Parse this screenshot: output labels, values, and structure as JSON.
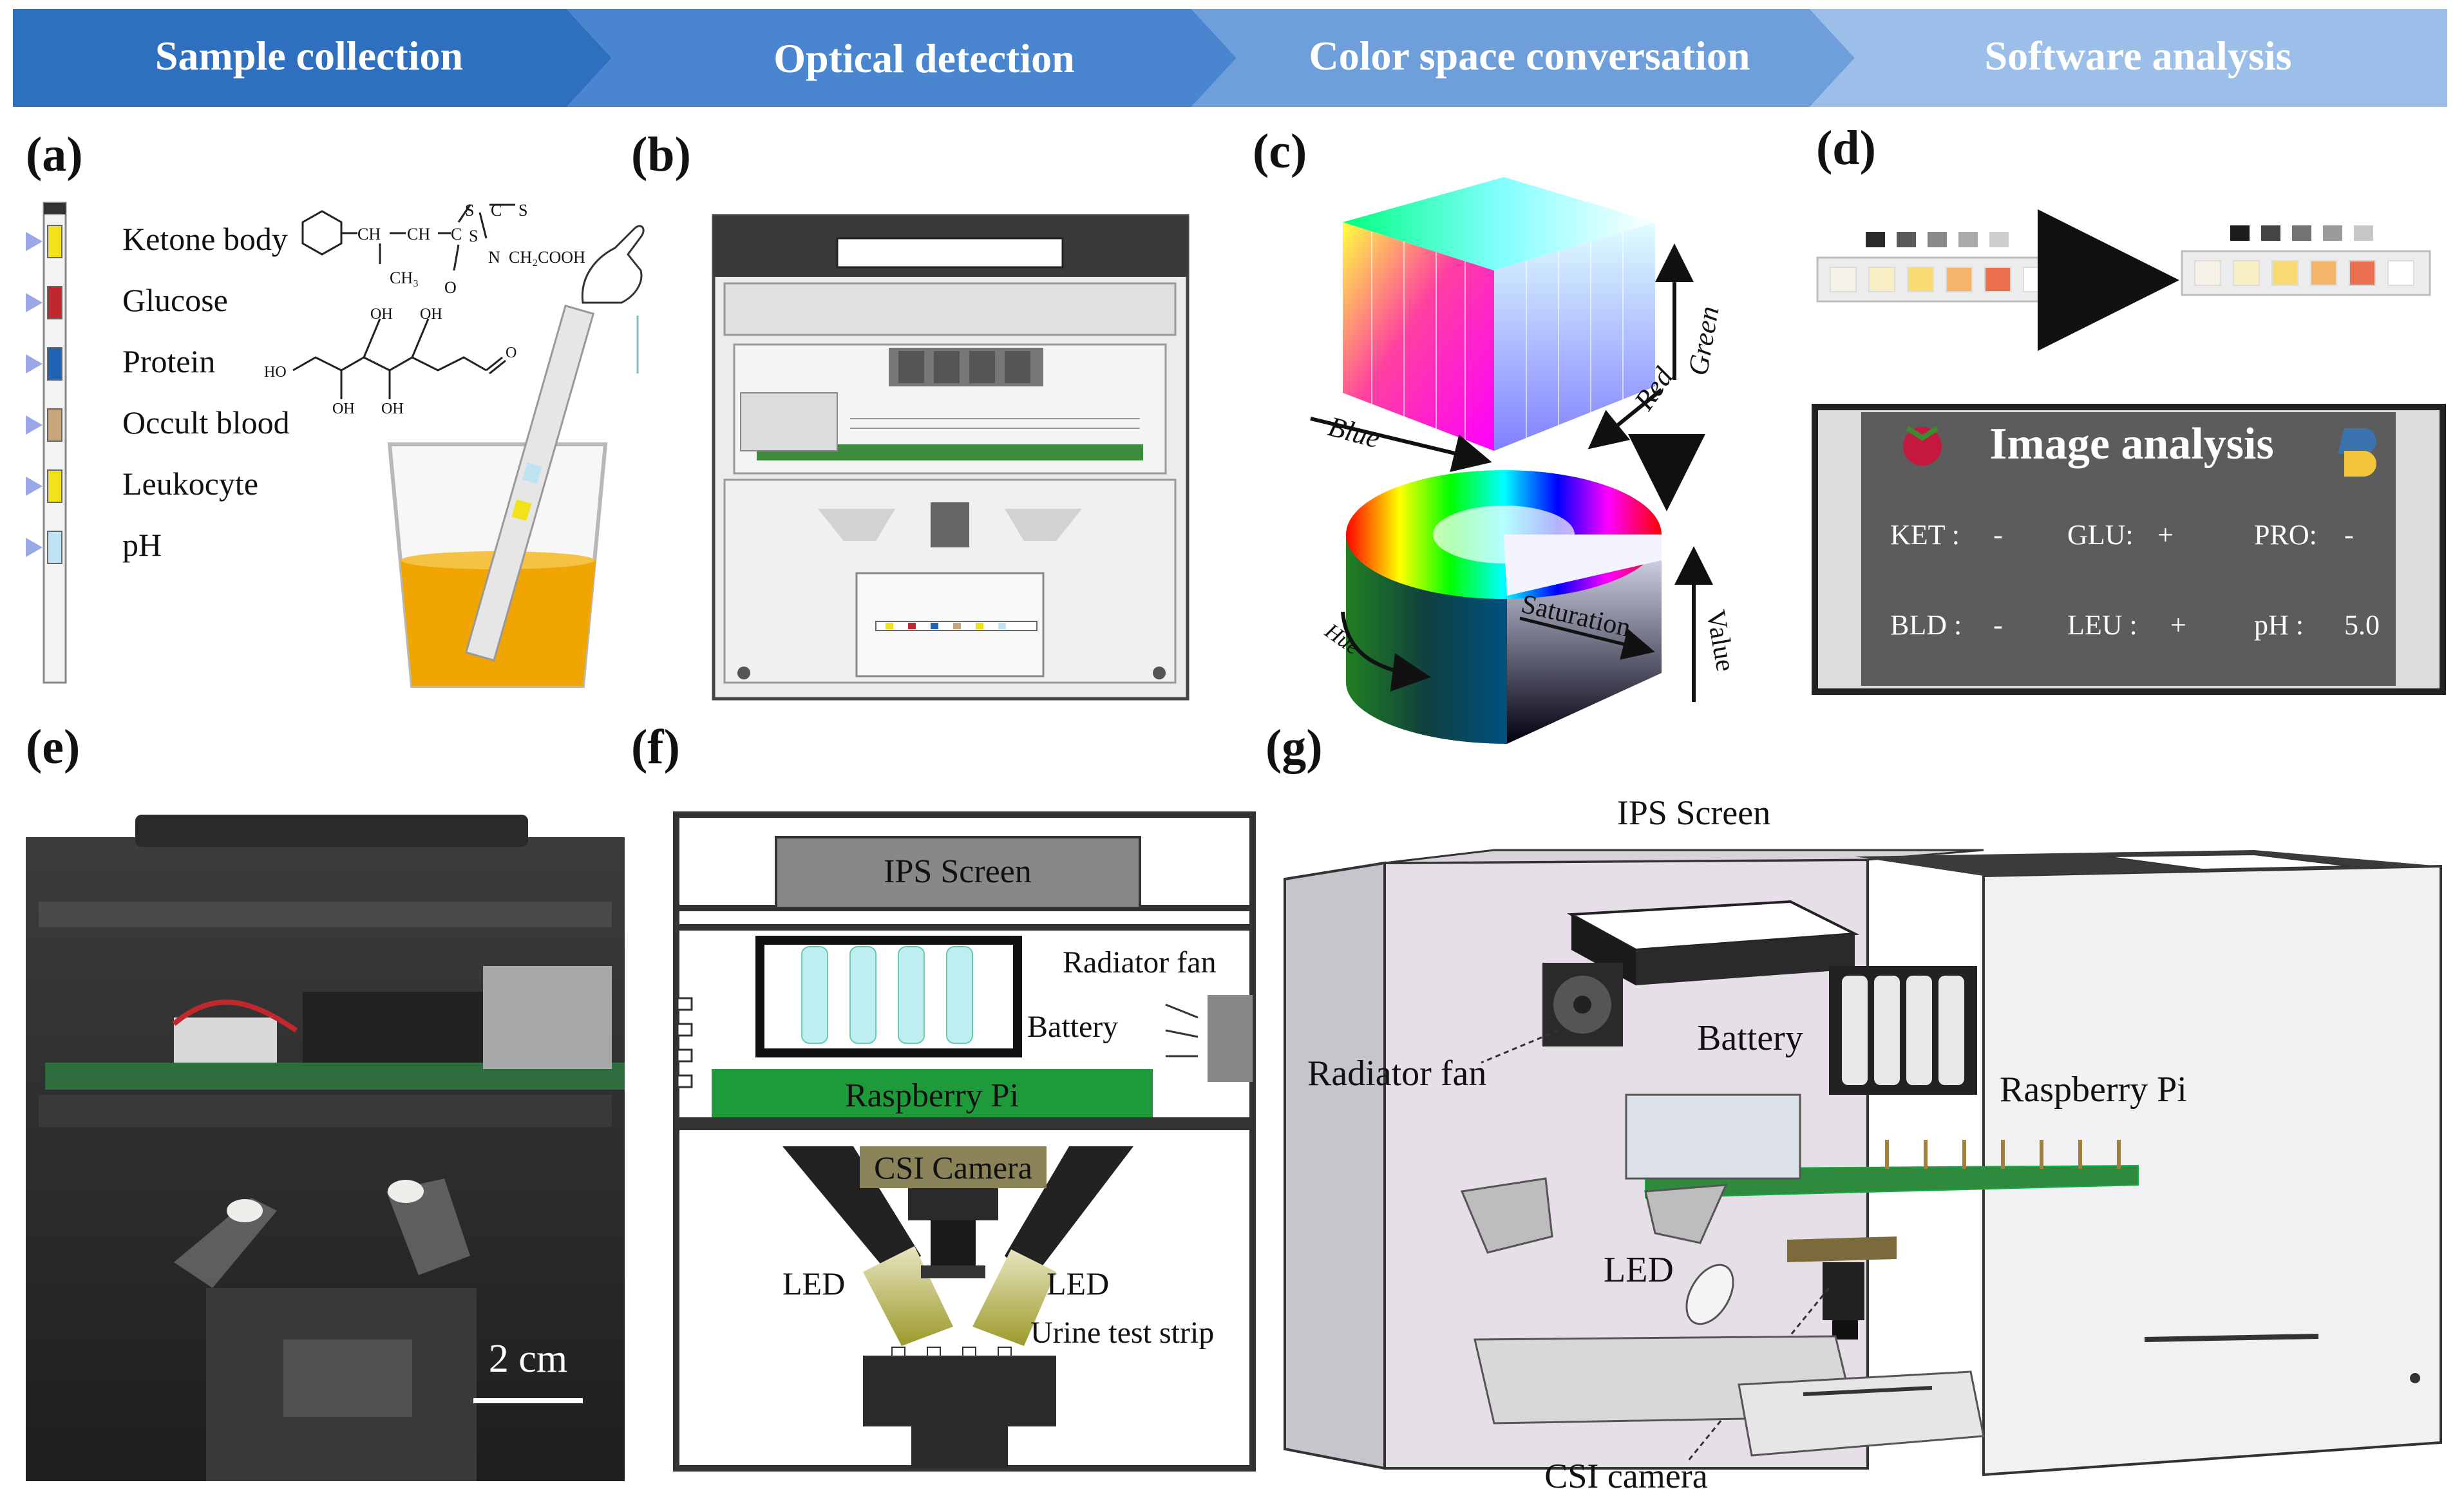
{
  "header": {
    "steps": [
      {
        "label": "Sample collection",
        "color": "#2f6fbf"
      },
      {
        "label": "Optical detection",
        "color": "#4a86cf"
      },
      {
        "label": "Color space conversation",
        "color": "#6e9fdb"
      },
      {
        "label": "Software analysis",
        "color": "#9bbfe8"
      }
    ]
  },
  "panels": {
    "a": {
      "label": "(a)",
      "pads": [
        {
          "name": "Ketone body",
          "color": "#f2e21a"
        },
        {
          "name": "Glucose",
          "color": "#c0282d"
        },
        {
          "name": "Protein",
          "color": "#1f63b5"
        },
        {
          "name": "Occult blood",
          "color": "#c9a679"
        },
        {
          "name": "Leukocyte",
          "color": "#f2e21a"
        },
        {
          "name": "pH",
          "color": "#bfe3f2"
        }
      ],
      "chem": {
        "c1": "CH",
        "c2": "CH",
        "c3": "C",
        "s1": "S",
        "s2": "C",
        "s3": "S",
        "s4": "S",
        "n": "N",
        "ch2": "CH₂COOH",
        "ch3": "CH₃",
        "o": "O",
        "ho": "HO",
        "oh": "OH"
      },
      "urine_color": "#f0a500"
    },
    "b": {
      "label": "(b)"
    },
    "c": {
      "label": "(c)",
      "axes": {
        "blue": "Blue",
        "red": "Red",
        "green": "Green",
        "hue": "Hue",
        "saturation": "Saturation",
        "value": "Value"
      }
    },
    "d": {
      "label": "(d)",
      "screen_title": "Image analysis",
      "results": [
        {
          "label": "KET :",
          "value": "-"
        },
        {
          "label": "GLU:",
          "value": "+"
        },
        {
          "label": "PRO:",
          "value": "-"
        },
        {
          "label": "BLD :",
          "value": "-"
        },
        {
          "label": "LEU :",
          "value": "+"
        },
        {
          "label": "pH :",
          "value": "5.0"
        }
      ],
      "strip_colors": [
        "#f6f2e8",
        "#f9efc4",
        "#f7dc73",
        "#f2b56a",
        "#ea6f4f",
        "#ffffff"
      ]
    },
    "e": {
      "label": "(e)",
      "scale_bar": "2 cm"
    },
    "f": {
      "label": "(f)",
      "screen": "IPS  Screen",
      "fan": "Radiator fan",
      "battery": "Battery",
      "pi": "Raspberry Pi",
      "camera": "CSI Camera",
      "led_left": "LED",
      "led_right": "LED",
      "strip": "Urine test strip"
    },
    "g": {
      "label": "(g)",
      "screen": "IPS Screen",
      "fan": "Radiator fan",
      "battery": "Battery",
      "pi": "Raspberry Pi",
      "led": "LED",
      "camera": "CSI camera"
    }
  }
}
